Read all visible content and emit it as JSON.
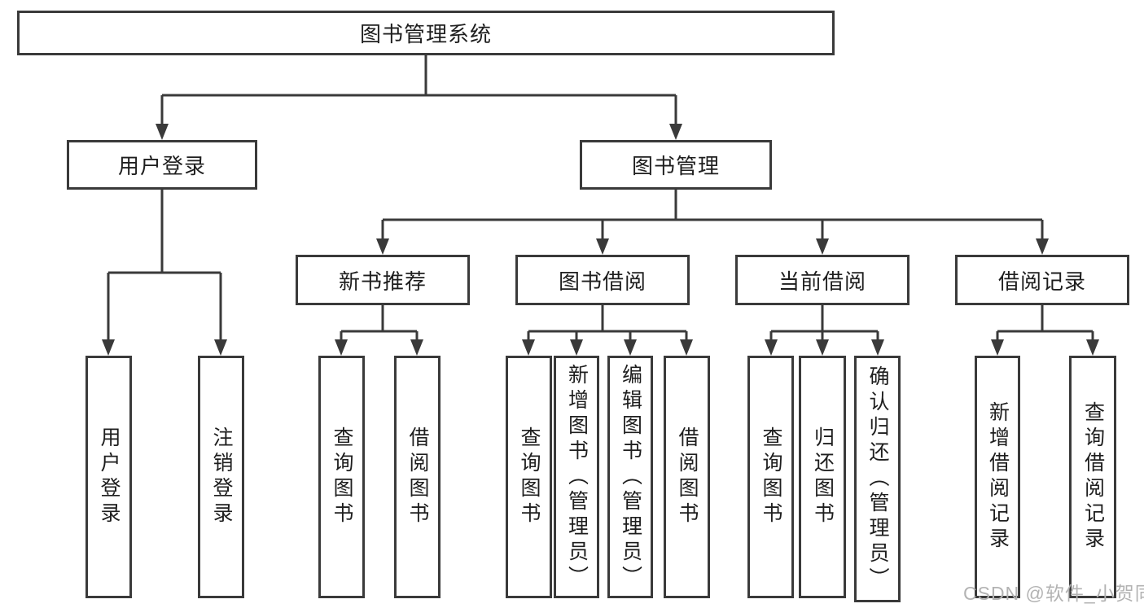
{
  "diagram": {
    "type": "hierarchy",
    "tree": {
      "label": "图书管理系统",
      "children": [
        {
          "label": "用户登录",
          "children": [
            {
              "label": "用户登录"
            },
            {
              "label": "注销登录"
            }
          ]
        },
        {
          "label": "图书管理",
          "children": [
            {
              "label": "新书推荐",
              "children": [
                {
                  "label": "查询图书"
                },
                {
                  "label": "借阅图书"
                }
              ]
            },
            {
              "label": "图书借阅",
              "children": [
                {
                  "label": "查询图书"
                },
                {
                  "label": "新增图书（管理员）"
                },
                {
                  "label": "编辑图书（管理员）"
                },
                {
                  "label": "借阅图书"
                }
              ]
            },
            {
              "label": "当前借阅",
              "children": [
                {
                  "label": "查询图书"
                },
                {
                  "label": "归还图书"
                },
                {
                  "label": "确认归还（管理员）"
                }
              ]
            },
            {
              "label": "借阅记录",
              "children": [
                {
                  "label": "新增借阅记录"
                },
                {
                  "label": "查询借阅记录"
                }
              ]
            }
          ]
        }
      ]
    },
    "line_color": "#3a3a3a",
    "text_color": "#1e1e1e",
    "background_color": "#ffffff"
  },
  "watermark": {
    "text": "CSDN @软件_小贺同学",
    "color": "#b3b3b3"
  }
}
